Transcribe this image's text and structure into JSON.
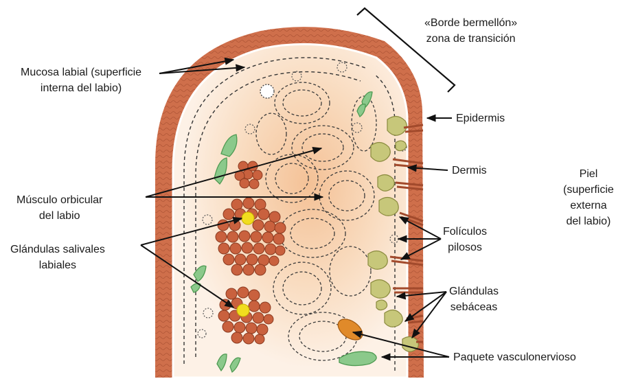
{
  "labels": {
    "borde": [
      "«Borde bermellón»",
      "zona de transición"
    ],
    "mucosa": [
      "Mucosa labial (superficie",
      "interna del labio)"
    ],
    "epidermis": "Epidermis",
    "dermis": "Dermis",
    "piel": [
      "Piel",
      "(superficie",
      "externa",
      "del labio)"
    ],
    "musculo": [
      "Músculo orbicular",
      "del labio"
    ],
    "glandulas_salivales": [
      "Glándulas salivales",
      "labiales"
    ],
    "foliculos": [
      "Folículos",
      "pilosos"
    ],
    "sebaceas": [
      "Glándulas",
      "sebáceas"
    ],
    "paquete": "Paquete vasculonervioso"
  },
  "colors": {
    "lip_edge": "#cf6f4b",
    "lip_edge_dark": "#a24a2c",
    "interior": "#fbe7d4",
    "interior_center": "#f6c9a2",
    "gland_red": "#c9613e",
    "gland_yellow": "#f1dd1f",
    "green": "#8bc98b",
    "olive": "#c7c77a",
    "orange": "#e08a2a"
  }
}
